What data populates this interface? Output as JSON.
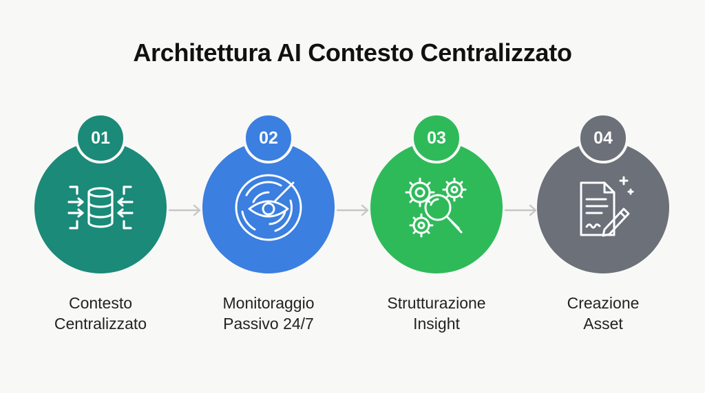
{
  "title": "Architettura AI Contesto Centralizzato",
  "steps": [
    {
      "number": "01",
      "line1": "Contesto",
      "line2": "Centralizzato",
      "color": "#1b8a78",
      "icon": "database-arrows-icon"
    },
    {
      "number": "02",
      "line1": "Monitoraggio",
      "line2": "Passivo 24/7",
      "color": "#3b7fe0",
      "icon": "eye-radar-icon"
    },
    {
      "number": "03",
      "line1": "Strutturazione",
      "line2": "Insight",
      "color": "#2fba5a",
      "icon": "gears-magnifier-icon"
    },
    {
      "number": "04",
      "line1": "Creazione",
      "line2": "Asset",
      "color": "#6b7079",
      "icon": "document-pen-icon"
    }
  ],
  "arrow_color": "#c6c6c6"
}
